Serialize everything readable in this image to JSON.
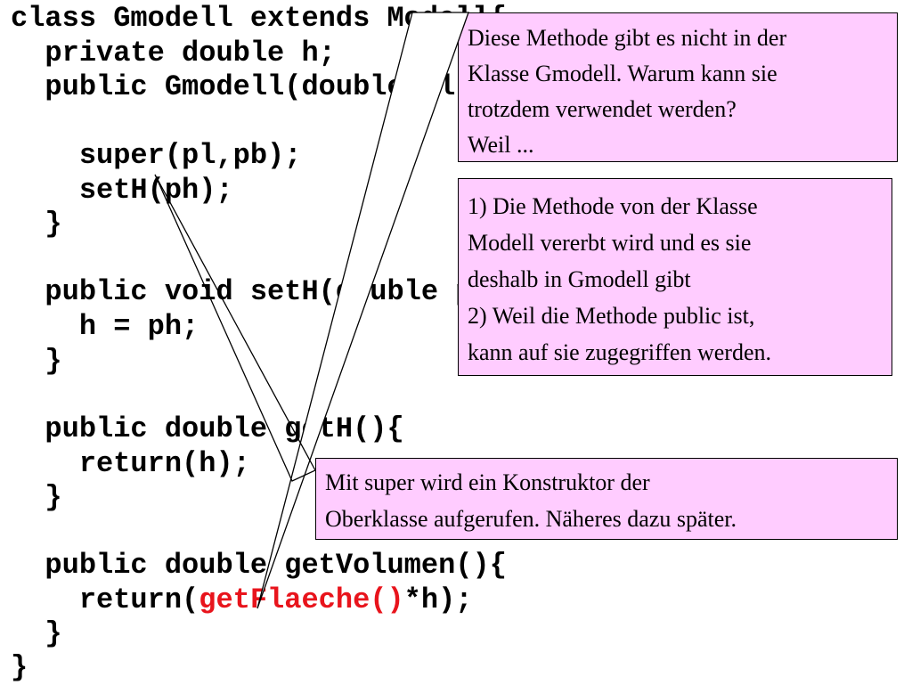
{
  "code": {
    "lines": [
      {
        "text": "class Gmodell extends Modell{"
      },
      {
        "text": "  private double h;"
      },
      {
        "text": "  public Gmodell(double pl, double pb, double ph){"
      },
      {
        "text": ""
      },
      {
        "text": "    super(pl,pb);"
      },
      {
        "text": "    setH(ph);"
      },
      {
        "text": "  }"
      },
      {
        "text": ""
      },
      {
        "text": "  public void setH(double ph){"
      },
      {
        "text": "    h = ph;"
      },
      {
        "text": "  }"
      },
      {
        "text": ""
      },
      {
        "text": "  public double getH(){"
      },
      {
        "text": "    return(h);"
      },
      {
        "text": "  }"
      },
      {
        "text": ""
      },
      {
        "text": "  public double getVolumen(){"
      },
      {
        "text": "    return(",
        "highlight": "getFlaeche()",
        "after": "*h);"
      },
      {
        "text": "  }"
      },
      {
        "text": "}"
      }
    ],
    "highlight_color": "#e8141c"
  },
  "notes": {
    "method_question": {
      "lines": [
        "Diese Methode gibt es nicht in der",
        "Klasse Gmodell. Warum kann sie",
        "trotzdem verwendet werden?",
        "Weil ..."
      ]
    },
    "method_answer": {
      "lines": [
        "1) Die Methode von der Klasse",
        "Modell vererbt wird und es sie",
        "deshalb in Gmodell gibt",
        "2) Weil die Methode public ist,",
        "kann auf sie zugegriffen werden."
      ]
    },
    "super_note": {
      "lines": [
        "Mit super wird ein Konstruktor der",
        "Oberklasse aufgerufen. Näheres dazu später."
      ]
    }
  },
  "colors": {
    "note_background": "#ffccff",
    "text": "#000000"
  }
}
